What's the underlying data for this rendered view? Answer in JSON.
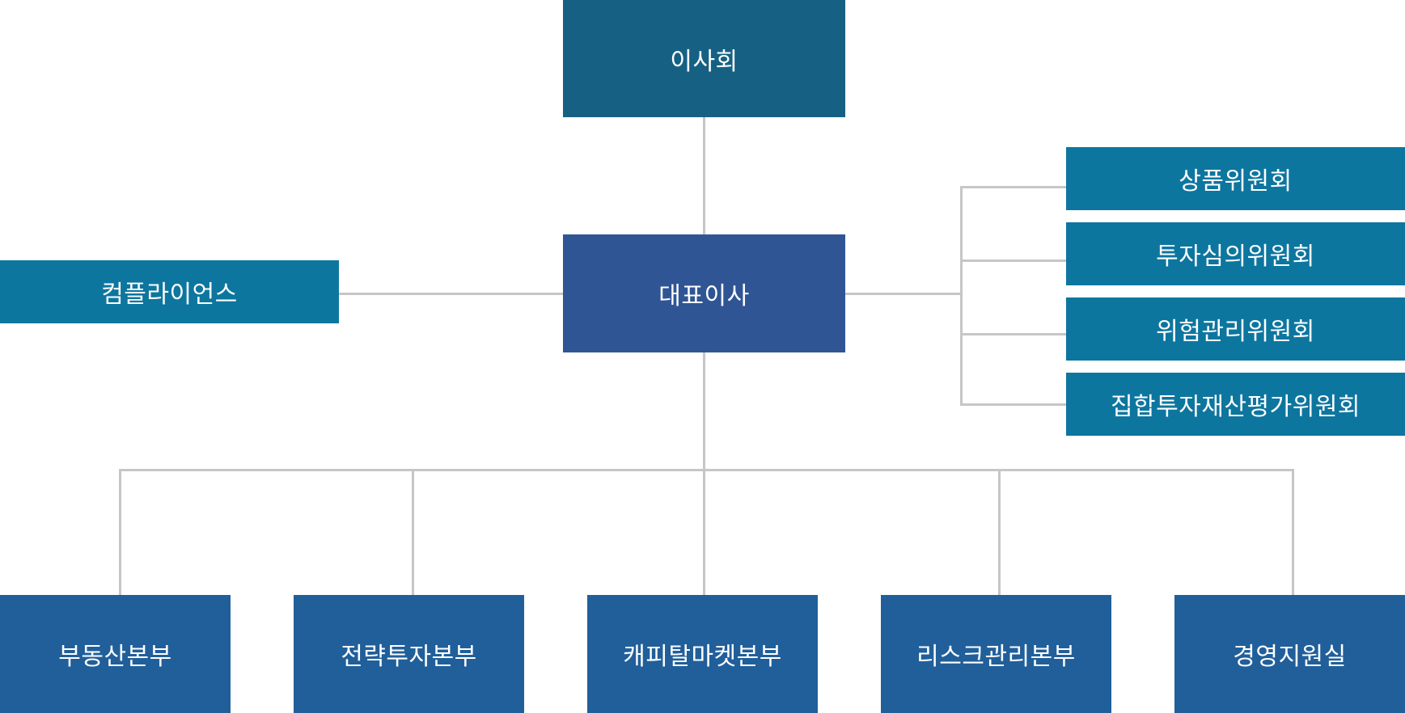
{
  "colors": {
    "board": "#166183",
    "ceo": "#305594",
    "compliance": "#0d769f",
    "committee": "#0d769f",
    "division": "#215f9a",
    "connector": "#c6c6c6"
  },
  "nodes": {
    "board": "이사회",
    "ceo": "대표이사",
    "compliance": "컴플라이언스",
    "committees": [
      "상품위원회",
      "투자심의위원회",
      "위험관리위원회",
      "집합투자재산평가위원회"
    ],
    "divisions": [
      "부동산본부",
      "전략투자본부",
      "캐피탈마켓본부",
      "리스크관리본부",
      "경영지원실"
    ]
  }
}
